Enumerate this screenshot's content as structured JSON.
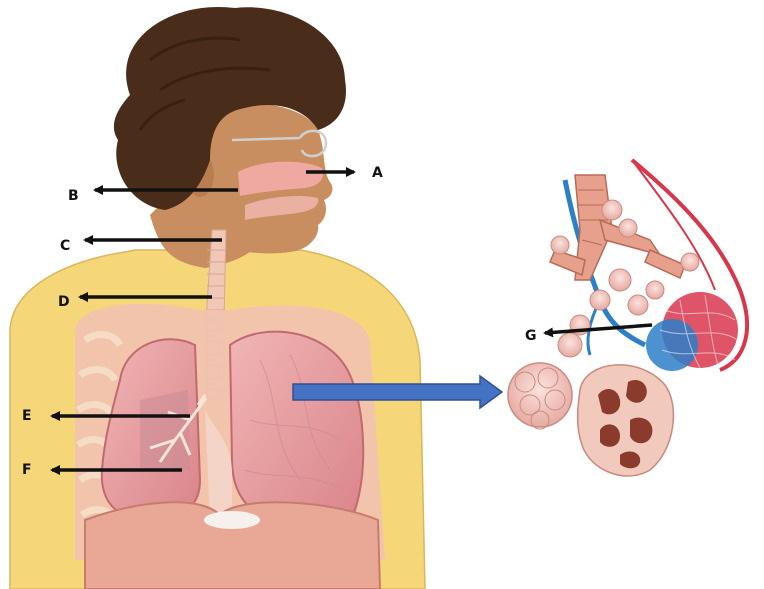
{
  "labels": {
    "a": "A",
    "b": "B",
    "c": "C",
    "d": "D",
    "e": "E",
    "f": "F",
    "g": "G"
  },
  "colors": {
    "background": "#ffffff",
    "skin": "#c98e5f",
    "hair": "#4a2c1a",
    "shirt": "#f5d77a",
    "lung": "#e8a0a3",
    "airway": "#f0c8b8",
    "arrow": "#111111",
    "connector_arrow": "#4472c4",
    "vein_blue": "#2d7fc8",
    "artery_red": "#d9364c"
  }
}
